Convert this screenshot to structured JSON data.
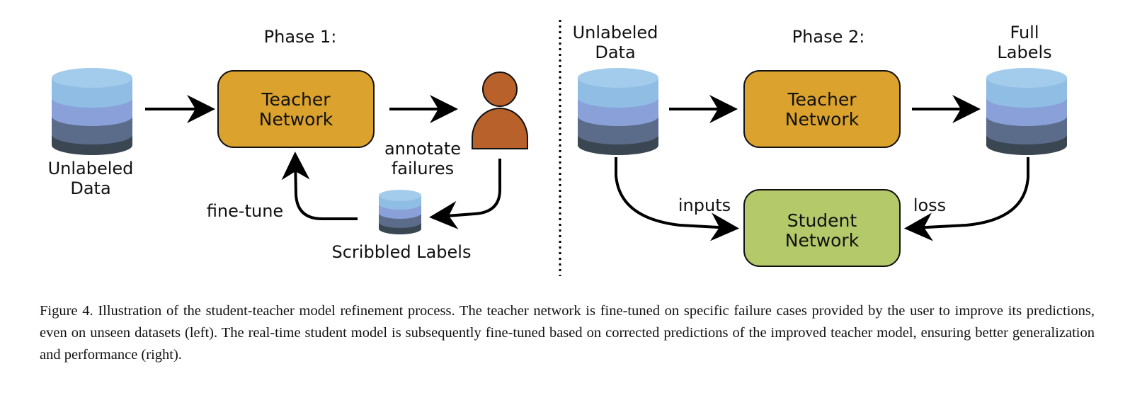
{
  "phase1": {
    "title": "Phase 1:",
    "unlabeled_data_line1": "Unlabeled",
    "unlabeled_data_line2": "Data",
    "teacher_line1": "Teacher",
    "teacher_line2": "Network",
    "annotate_line1": "annotate",
    "annotate_line2": "failures",
    "fine_tune": "fine-tune",
    "scribbled_labels": "Scribbled Labels"
  },
  "phase2": {
    "title": "Phase 2:",
    "unlabeled_data_line1": "Unlabeled",
    "unlabeled_data_line2": "Data",
    "teacher_line1": "Teacher",
    "teacher_line2": "Network",
    "full_labels_line1": "Full",
    "full_labels_line2": "Labels",
    "inputs": "inputs",
    "loss": "loss",
    "student_line1": "Student",
    "student_line2": "Network"
  },
  "caption": "Figure 4. Illustration of the student-teacher model refinement process. The teacher network is fine-tuned on specific failure cases provided by the user to improve its predictions, even on unseen datasets (left). The real-time student model is subsequently fine-tuned based on corrected predictions of the improved teacher model, ensuring better generalization and performance (right).",
  "colors": {
    "db_top": "#8fbde3",
    "db_layer1": "#8aa0d8",
    "db_layer2": "#5b6b8a",
    "db_layer3": "#3a4652",
    "teacher_fill": "#dba32e",
    "student_fill": "#b4c96a",
    "person_fill": "#b8612a"
  }
}
